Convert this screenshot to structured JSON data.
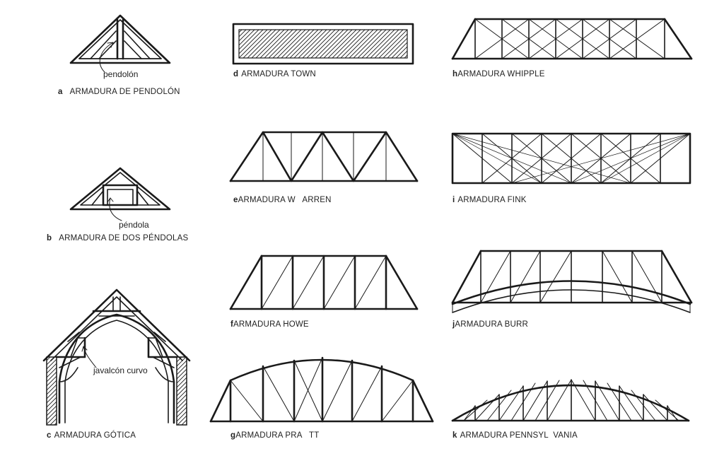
{
  "figures": [
    {
      "letter": "a",
      "name": "ARMADURA DE PENDOLÓN",
      "annotation": "pendolón"
    },
    {
      "letter": "b",
      "name": "ARMADURA DE DOS PÉNDOLAS",
      "annotation": "péndola"
    },
    {
      "letter": "c",
      "name": "ARMADURA GÓTICA",
      "annotation": "javalcón curvo"
    },
    {
      "letter": "d",
      "name": "ARMADURA TOWN"
    },
    {
      "letter": "e",
      "name": "ARMADURA W   ARREN"
    },
    {
      "letter": "f",
      "name": "ARMADURA HOWE"
    },
    {
      "letter": "g",
      "name": "ARMADURA PRA   TT"
    },
    {
      "letter": "h",
      "name": "ARMADURA WHIPPLE"
    },
    {
      "letter": "i",
      "name": "ARMADURA FINK"
    },
    {
      "letter": "j",
      "name": "ARMADURA BURR"
    },
    {
      "letter": "k",
      "name": "ARMADURA PENNSYL  VANIA"
    }
  ]
}
